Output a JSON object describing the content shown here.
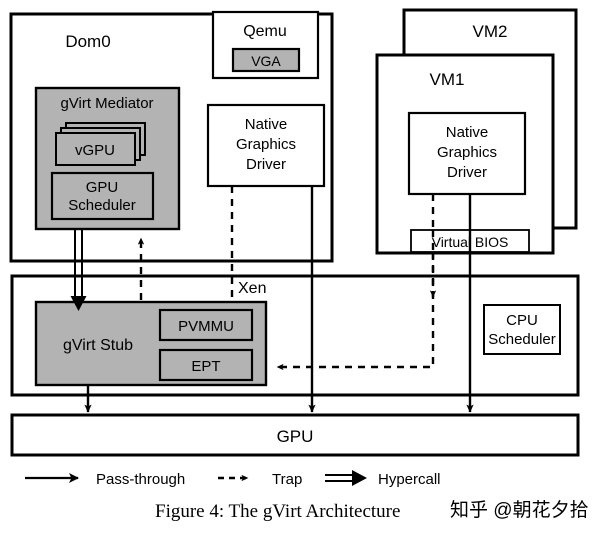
{
  "figure": {
    "caption": "Figure 4: The gVirt Architecture",
    "watermark": "知乎 @朝花夕拾"
  },
  "colors": {
    "stroke": "#000000",
    "fill_white": "#ffffff",
    "fill_gray": "#b3b3b3",
    "watermark": "#cfcfcf",
    "page_background": "#ffffff"
  },
  "layers": {
    "dom0": {
      "label": "Dom0",
      "mediator": {
        "label": "gVirt Mediator",
        "vgpu": {
          "label": "vGPU",
          "stacked": true
        },
        "gpu_scheduler": {
          "label": "GPU\nScheduler",
          "line1": "GPU",
          "line2": "Scheduler"
        }
      }
    },
    "qemu": {
      "label": "Qemu",
      "vga": {
        "label": "VGA"
      }
    },
    "dom0_native_driver": {
      "line1": "Native",
      "line2": "Graphics",
      "line3": "Driver"
    },
    "vm2": {
      "label": "VM2"
    },
    "vm1": {
      "label": "VM1",
      "native_driver": {
        "line1": "Native",
        "line2": "Graphics",
        "line3": "Driver"
      },
      "virtual_bios": {
        "label": "Virtual BIOS"
      }
    },
    "xen": {
      "label": "Xen",
      "stub": {
        "label": "gVirt Stub",
        "pvmmu": {
          "label": "PVMMU"
        },
        "ept": {
          "label": "EPT"
        }
      },
      "cpu_scheduler": {
        "line1": "CPU",
        "line2": "Scheduler"
      }
    },
    "gpu": {
      "label": "GPU"
    }
  },
  "legend": {
    "items": [
      {
        "key": "pass-through",
        "label": "Pass-through",
        "style": "solid-arrow"
      },
      {
        "key": "trap",
        "label": "Trap",
        "style": "dashed-arrow"
      },
      {
        "key": "hypercall",
        "label": "Hypercall",
        "style": "double-line-arrow"
      }
    ]
  }
}
